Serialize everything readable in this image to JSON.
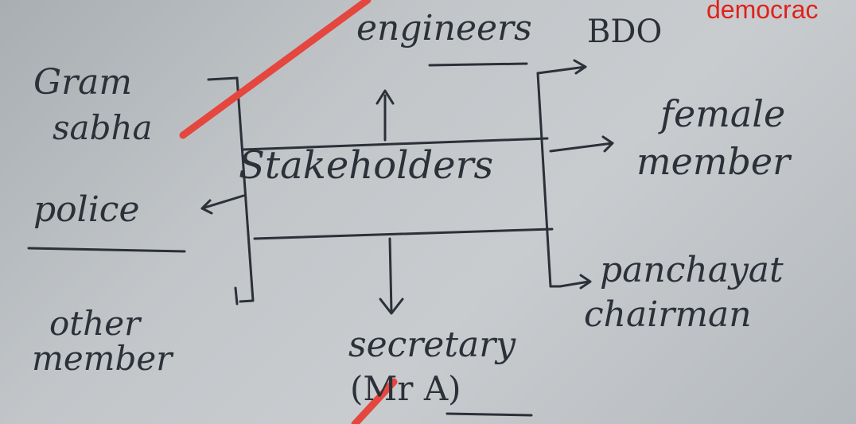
{
  "annotation_text": "democrac",
  "diagram": {
    "center": "Stakeholders",
    "nodes": {
      "engineers": "engineers",
      "bdo": "BDO",
      "gram": "Gram",
      "sabha": "sabha",
      "female": "female",
      "member_right": "member",
      "police": "police",
      "panchayat": "panchayat",
      "chairman": "chairman",
      "other": "other",
      "member_left": "member",
      "secretary": "secretary",
      "mr_a": "(Mr A)"
    }
  },
  "colors": {
    "ink": "#2c3038",
    "annotation_red": "#e0211b",
    "paper": "#c2c6c9"
  }
}
